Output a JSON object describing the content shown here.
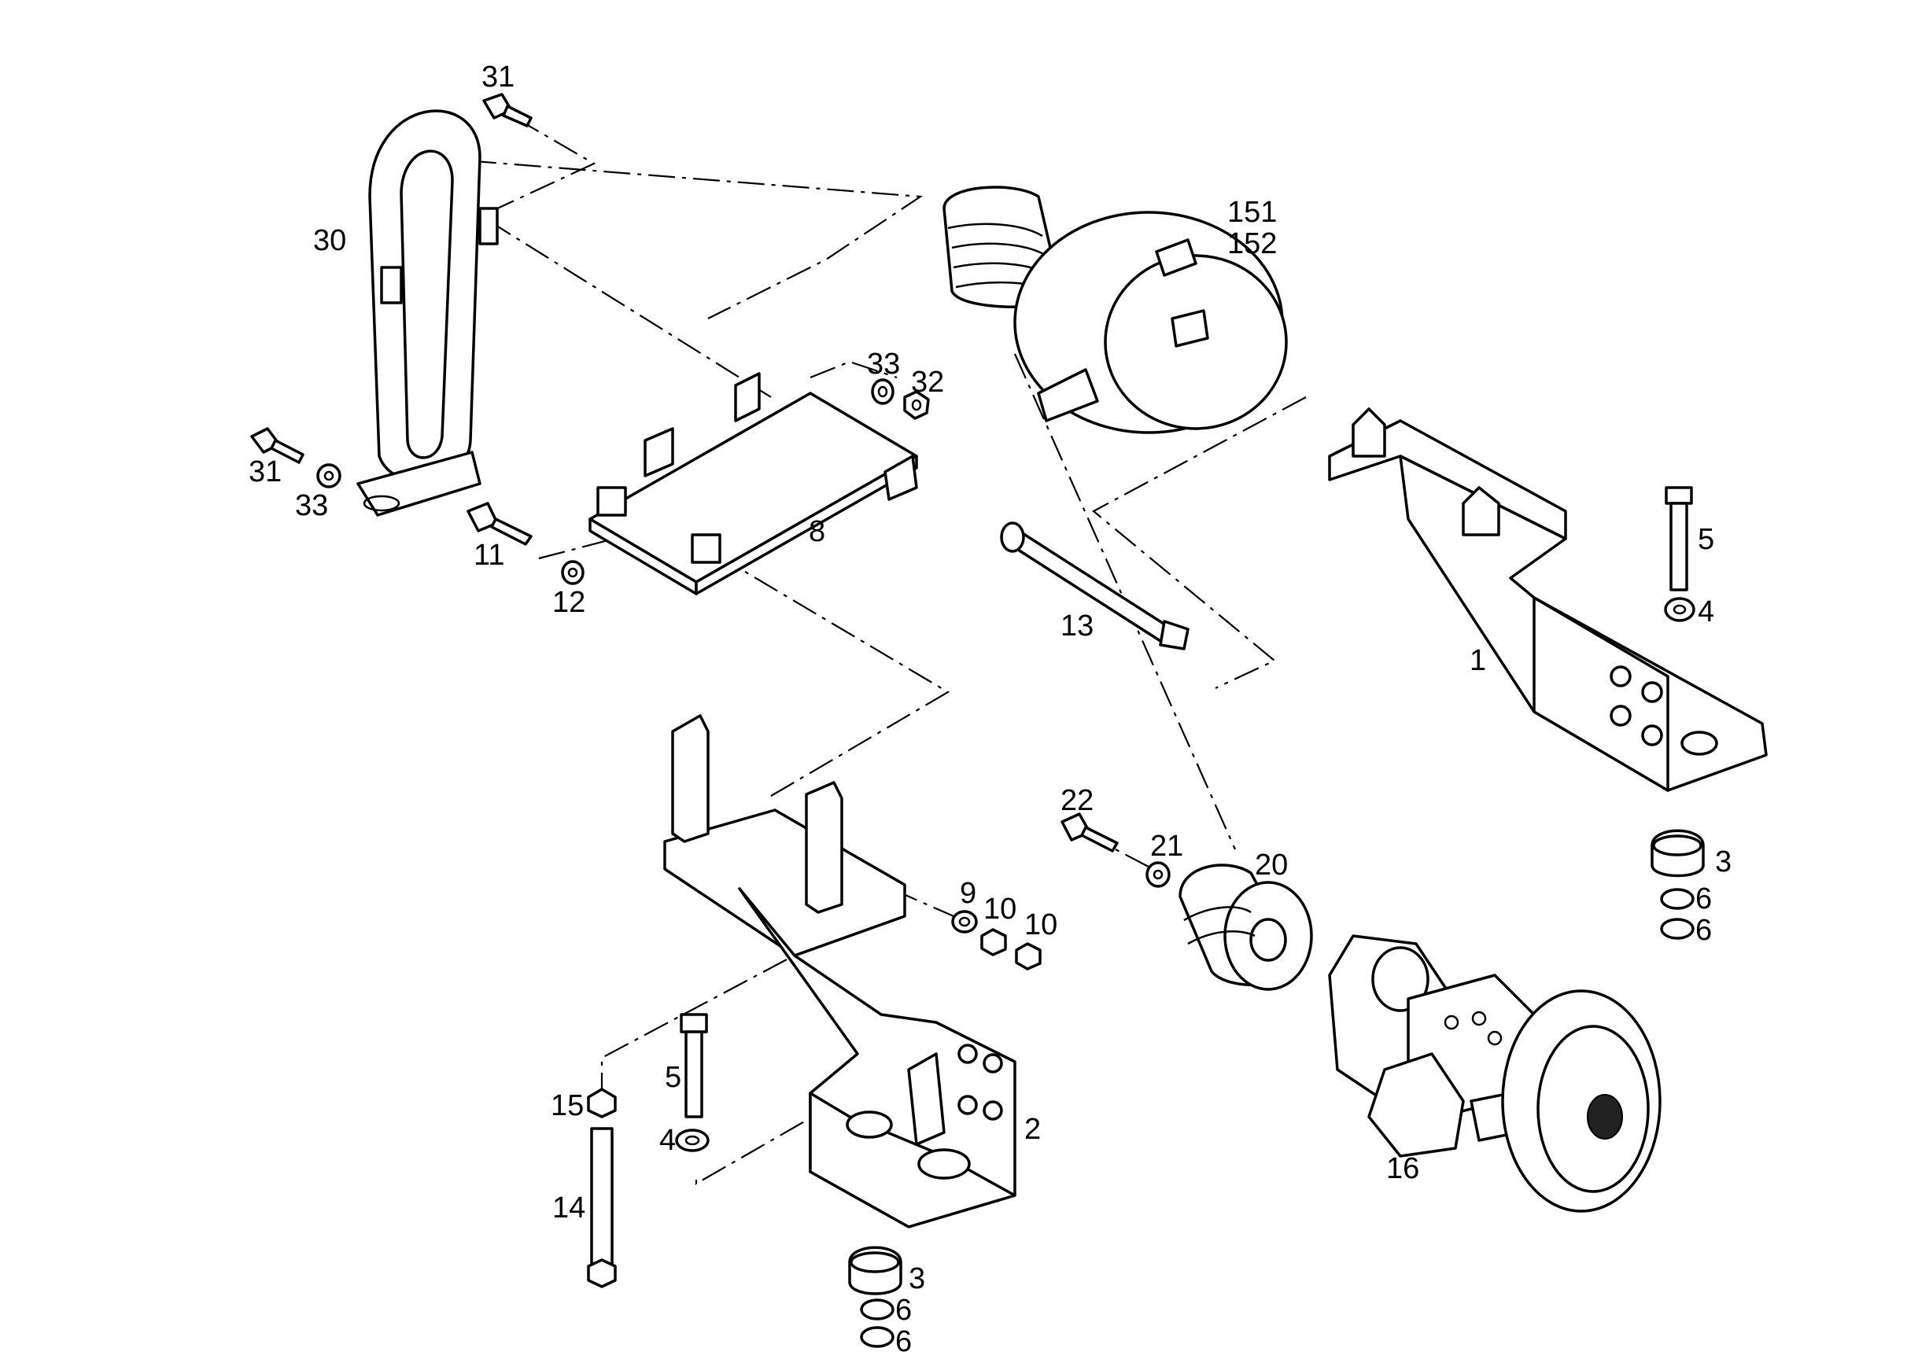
{
  "labels": {
    "l31a": "31",
    "l30": "30",
    "l151": "151",
    "l152": "152",
    "l33a": "33",
    "l32": "32",
    "l31b": "31",
    "l33b": "33",
    "l11": "11",
    "l12": "12",
    "l8": "8",
    "l13": "13",
    "l5a": "5",
    "l4a": "4",
    "l1": "1",
    "l22": "22",
    "l21": "21",
    "l20": "20",
    "l3a": "3",
    "l6a": "6",
    "l6b": "6",
    "l9": "9",
    "l10a": "10",
    "l10b": "10",
    "l15": "15",
    "l5b": "5",
    "l4b": "4",
    "l14": "14",
    "l2": "2",
    "l16": "16",
    "l3b": "3",
    "l6c": "6",
    "l6d": "6"
  }
}
